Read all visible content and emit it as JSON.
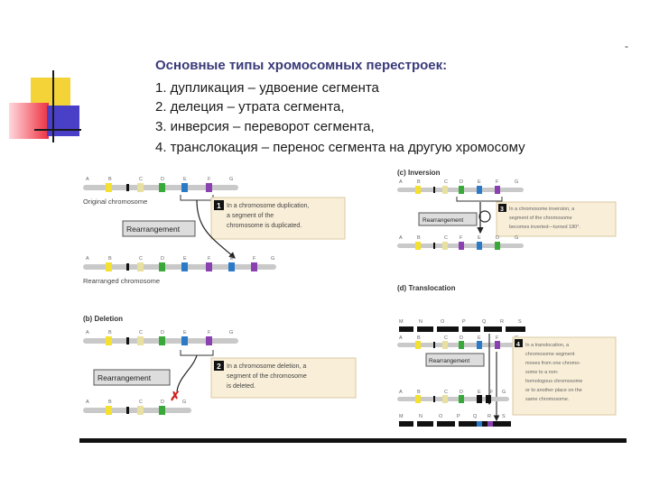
{
  "slide": {
    "title": "Основные типы хромосомных перестроек:",
    "items": [
      "1. дупликация – удвоение сегмента",
      "2. делеция – утрата сегмента,",
      "3. инверсия – переворот сегмента,",
      "4. транслокация – перенос сегмента на другую хромосому"
    ],
    "corner_mark": "-",
    "colors": {
      "title": "#3a3a7a",
      "deco_yellow": "#f3d338",
      "deco_red": "#ee3040",
      "deco_blue": "#4a40c8"
    }
  },
  "figure": {
    "duplication": {
      "genes_original": [
        "A",
        "B",
        "C",
        "D",
        "E",
        "F",
        "G"
      ],
      "original_label": "Original chromosome",
      "rearrangement": "Rearrangement",
      "step": "1",
      "note": [
        "In a chromosome duplication,",
        "a segment of the",
        "chromosome is duplicated."
      ],
      "genes_rearranged": [
        "A",
        "B",
        "C",
        "D",
        "E",
        "F",
        "E",
        "F",
        "G"
      ],
      "rearranged_label": "Rearranged chromosome"
    },
    "deletion": {
      "title": "(b) Deletion",
      "genes_original": [
        "A",
        "B",
        "C",
        "D",
        "E",
        "F",
        "G"
      ],
      "rearrangement": "Rearrangement",
      "step": "2",
      "note": [
        "In a chromosome deletion, a",
        "segment of the chromosome",
        "is deleted."
      ],
      "mark": "✗",
      "genes_rearranged": [
        "A",
        "B",
        "C",
        "D",
        "G"
      ]
    },
    "inversion": {
      "title": "(c) Inversion",
      "genes_original": [
        "A",
        "B",
        "C",
        "D",
        "E",
        "F",
        "G"
      ],
      "rearrangement": "Rearrangement",
      "step": "3",
      "note": [
        "In a chromosome inversion, a",
        "segment of the chromosome",
        "becomes inverted—turned 180°."
      ],
      "genes_rearranged": [
        "A",
        "B",
        "C",
        "F",
        "E",
        "D",
        "G"
      ]
    },
    "translocation": {
      "title": "(d) Translocation",
      "genes_other": [
        "M",
        "N",
        "O",
        "P",
        "Q",
        "R",
        "S"
      ],
      "genes_original": [
        "A",
        "B",
        "C",
        "D",
        "E",
        "F",
        "G"
      ],
      "rearrangement": "Rearrangement",
      "step": "4",
      "note": [
        "In a translocation, a",
        "chromosome segment",
        "moves from one chromo-",
        "some to a non-",
        "homologous chromosome",
        "or to another place on the",
        "same chromosome."
      ],
      "genes_rearranged": [
        "A",
        "B",
        "C",
        "D",
        "E",
        "F",
        "G"
      ],
      "genes_other_rearranged": [
        "M",
        "N",
        "O",
        "P",
        "Q",
        "R",
        "S"
      ]
    }
  }
}
